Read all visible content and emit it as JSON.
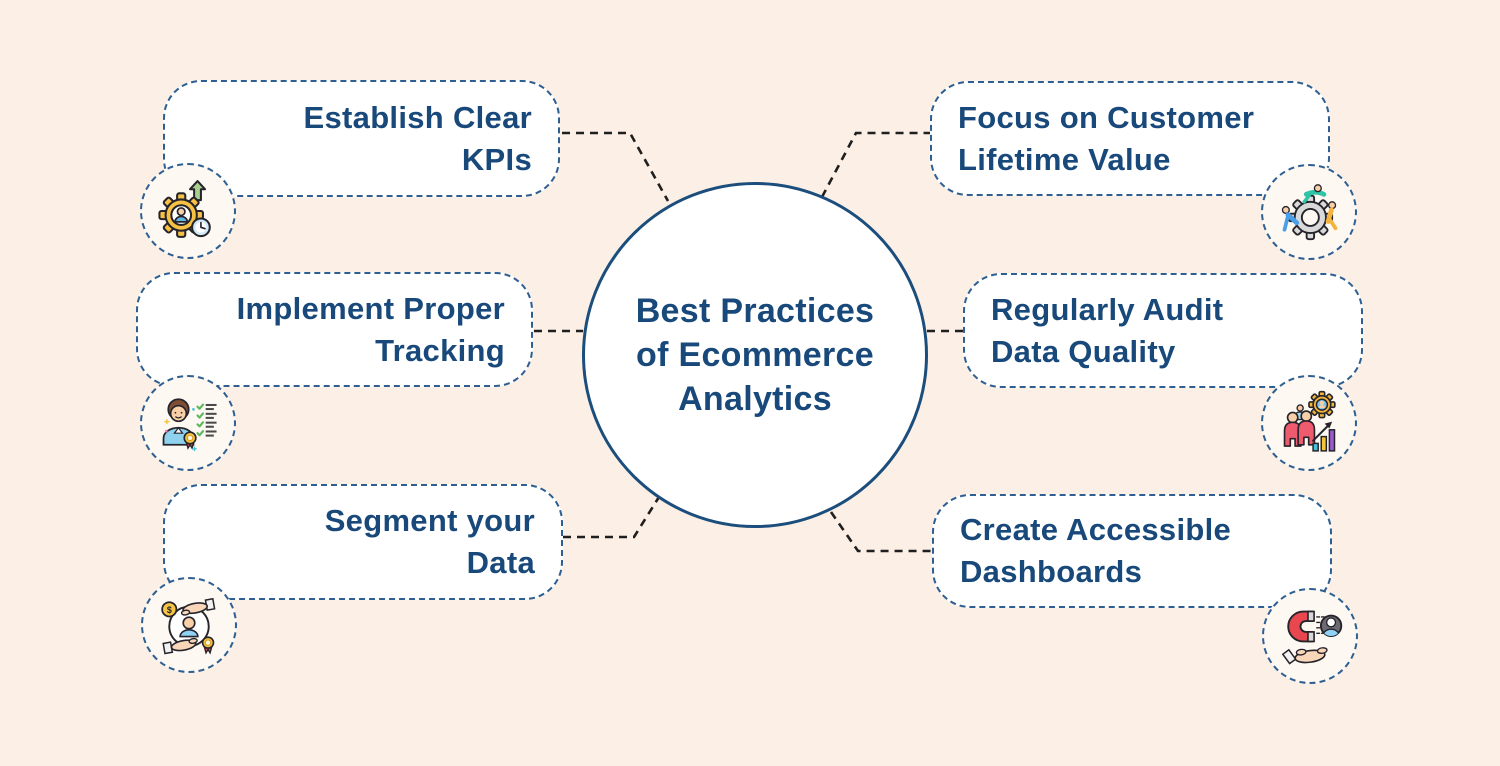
{
  "title": {
    "full": "Best Practices of Ecommerce Analytics",
    "lines": [
      "Best Practices",
      "of Ecommerce",
      "Analytics"
    ]
  },
  "nodes": [
    {
      "label": "Establish Clear KPIs",
      "lines": [
        "Establish Clear KPIs"
      ],
      "side": "left",
      "icon": "gear-person-performance-icon"
    },
    {
      "label": "Implement Proper Tracking",
      "lines": [
        "Implement Proper",
        "Tracking"
      ],
      "side": "left",
      "icon": "person-checklist-icon"
    },
    {
      "label": "Segment your Data",
      "lines": [
        "Segment your",
        "Data"
      ],
      "side": "left",
      "icon": "customer-value-hands-icon"
    },
    {
      "label": "Focus on Customer Lifetime Value",
      "lines": [
        "Focus on Customer",
        "Lifetime Value"
      ],
      "side": "right",
      "icon": "team-gear-collaboration-icon"
    },
    {
      "label": "Regularly Audit Data Quality",
      "lines": [
        "Regularly Audit",
        "Data Quality"
      ],
      "side": "right",
      "icon": "people-analytics-growth-icon"
    },
    {
      "label": "Create Accessible Dashboards",
      "lines": [
        "Create Accessible",
        "Dashboards"
      ],
      "side": "right",
      "icon": "magnet-lead-hand-icon"
    }
  ],
  "colors": {
    "background": "#fcefe5",
    "node_fill": "#ffffff",
    "node_border": "#2d5f93",
    "center_border": "#1b4e7c",
    "text": "#18497a",
    "connector": "#1f1f1f"
  }
}
